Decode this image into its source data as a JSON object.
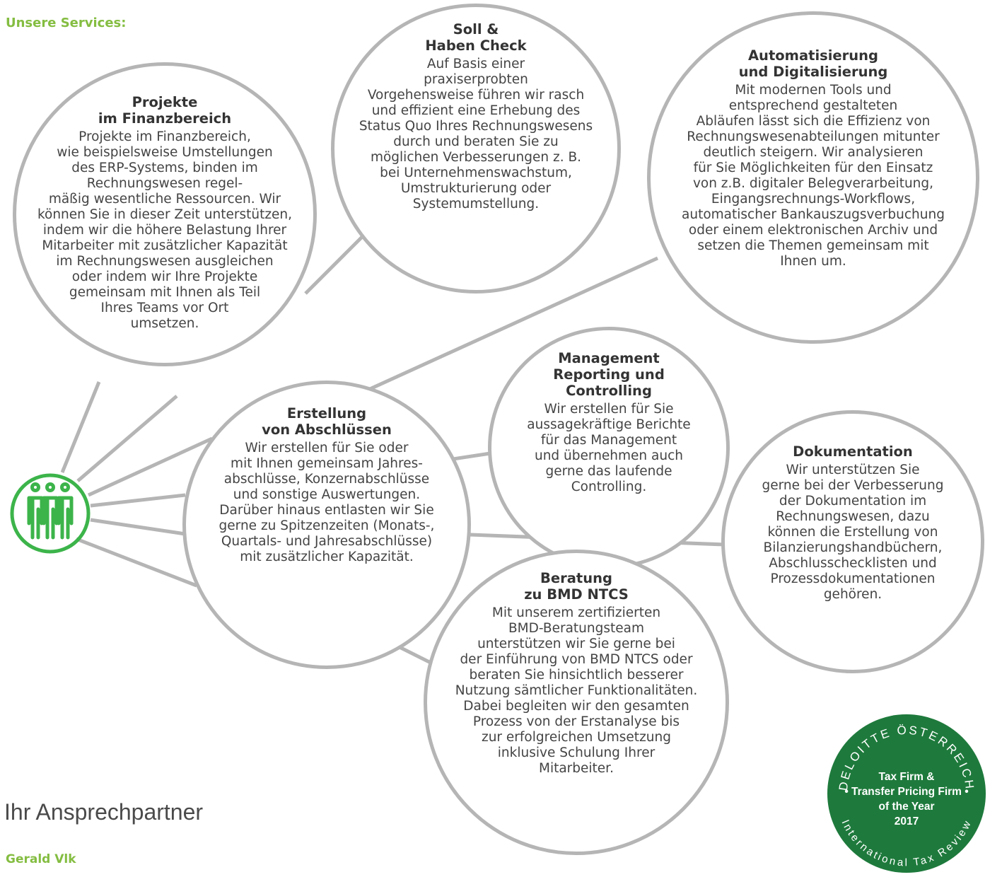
{
  "header": {
    "title": "Unsere Services:"
  },
  "services": [
    {
      "title": "Projekte\nim Finanzbereich",
      "text": "Projekte im Finanzbereich,\nwie beispielsweise Umstellungen\ndes ERP-Systems, binden im\nRechnungswesen regel-\nmäßig wesentliche Ressourcen. Wir\nkönnen Sie in dieser Zeit unterstützen,\nindem wir die höhere Belastung Ihrer\nMitarbeiter mit zusätzlicher Kapazität\nim Rechnungswesen ausgleichen\noder indem wir Ihre Projekte\ngemeinsam mit Ihnen als Teil\nIhres Teams vor Ort\numsetzen."
    },
    {
      "title": "Soll &\nHaben Check",
      "text": "Auf Basis einer\npraxiserprobten\nVorgehensweise führen wir rasch\nund  effizient eine Erhebung des\nStatus Quo Ihres Rechnungswesens\ndurch und beraten Sie zu\nmöglichen Verbesserungen z. B.\nbei Unternehmenswachstum,\nUmstrukturierung oder\nSystemumstellung."
    },
    {
      "title": "Automatisierung\nund Digitalisierung",
      "text": "Mit modernen Tools und\nentsprechend gestalteten\nAbläufen lässt sich die Effizienz von\nRechnungswesenabteilungen mitunter\ndeutlich steigern. Wir analysieren\nfür Sie Möglichkeiten für den Einsatz\nvon z.B. digitaler Belegverarbeitung,\nEingangsrechnungs-Workflows,\nautomatischer Bankauszugsverbuchung\noder einem elektronischen Archiv und\nsetzen die Themen gemeinsam mit\nIhnen um."
    },
    {
      "title": "Erstellung\nvon Abschlüssen",
      "text": "Wir erstellen für Sie oder\nmit Ihnen gemeinsam Jahres-\nabschlüsse, Konzernabschlüsse\nund sonstige Auswertungen.\nDarüber hinaus entlasten wir Sie\ngerne zu Spitzenzeiten (Monats-,\nQuartals- und Jahresabschlüsse)\nmit zusätzlicher Kapazität."
    },
    {
      "title": "Management\nReporting und\nControlling",
      "text": "Wir erstellen für Sie\naussagekräftige Berichte\nfür das Management\nund übernehmen auch\ngerne das laufende\nControlling."
    },
    {
      "title": "Dokumentation",
      "text": "Wir unterstützen Sie\ngerne bei der Verbesserung\nder Dokumentation im\nRechnungswesen, dazu\nkönnen die Erstellung von\nBilanzierungshandbüchern,\nAbschlusschecklisten und\nProzessdokumentationen\ngehören."
    },
    {
      "title": "Beratung\nzu BMD NTCS",
      "text": "Mit unserem zertifizierten\nBMD-Beratungsteam\nunterstützen wir Sie gerne bei\nder Einführung von BMD NTCS oder\nberaten Sie hinsichtlich besserer\nNutzung sämtlicher Funktionalitäten.\nDabei begleiten wir den gesamten\nProzess von der Erstanalyse bis\nzur erfolgreichen Umsetzung\ninklusive Schulung Ihrer\nMitarbeiter."
    }
  ],
  "contact": {
    "title": "Ihr Ansprechpartner",
    "name": "Gerald Vlk"
  },
  "badge": {
    "arc_top": "DELOITTE ÖSTERREICH",
    "arc_bottom": "International Tax Review",
    "line1": "Tax Firm &",
    "line2": "• Transfer Pricing Firm •",
    "line3": "of the Year",
    "line4": "2017"
  },
  "icons": {
    "people": "people-group-icon"
  },
  "colors": {
    "accent": "#84bd41",
    "badge": "#1e7a3c",
    "circle_border": "#b5b5b5",
    "icon": "#3cb44a"
  }
}
